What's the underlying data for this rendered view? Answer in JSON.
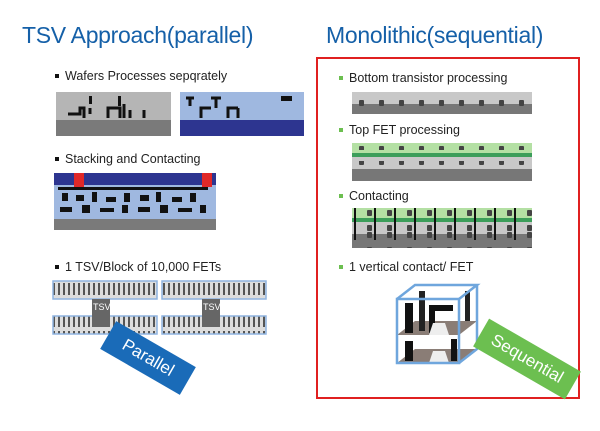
{
  "left": {
    "title": "TSV Approach(parallel)",
    "bullets": [
      "Wafers Processes sepqrately",
      "Stacking and Contacting",
      "1 TSV/Block of 10,000 FETs"
    ],
    "tsv_label": "TSV",
    "badge": "Parallel"
  },
  "right": {
    "title": "Monolithic(sequential)",
    "bullets": [
      "Bottom transistor processing",
      "Top FET processing",
      "Contacting",
      "1 vertical contact/ FET"
    ],
    "badge": "Sequential"
  },
  "colors": {
    "title": "#1560a8",
    "parallel": "#1a6bb8",
    "sequential": "#6cbf50",
    "frame": "#e02020"
  }
}
